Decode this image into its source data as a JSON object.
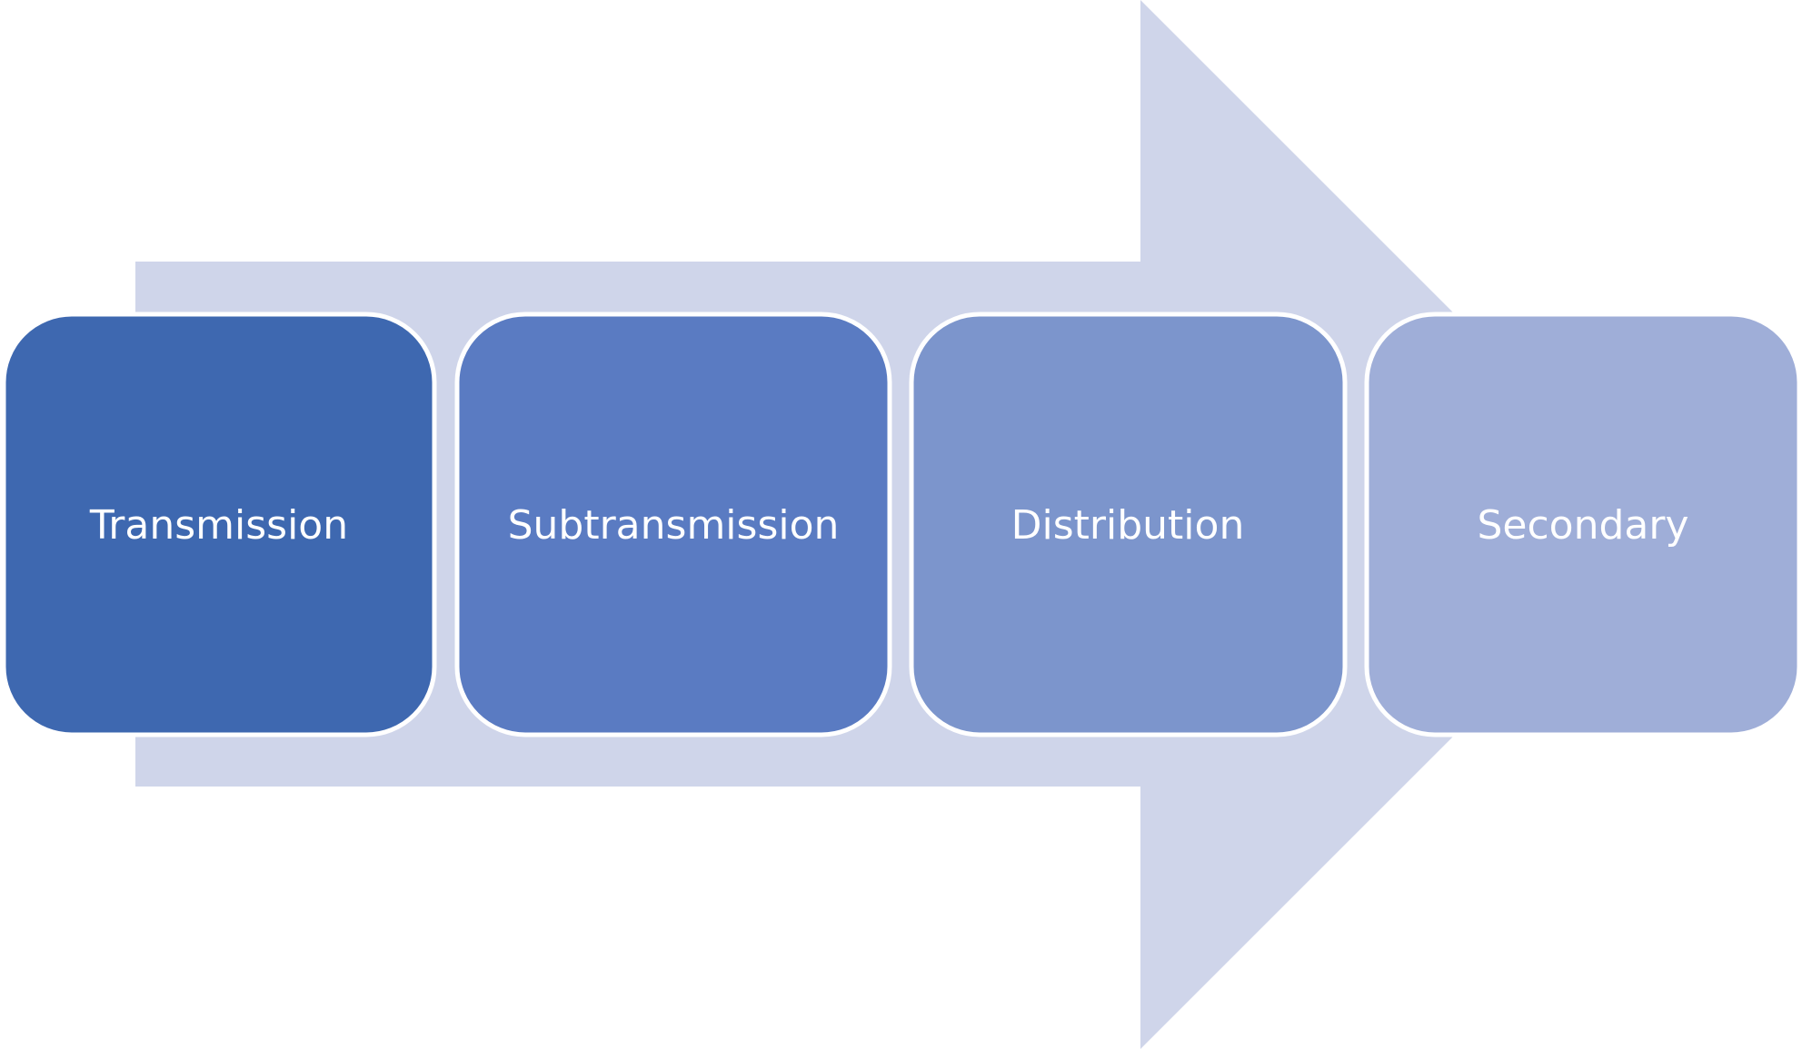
{
  "diagram": {
    "type": "process-flow",
    "arrow_color": "#CFD5EA",
    "border_color": "#FFFFFF",
    "text_color": "#FFFFFF",
    "steps": [
      {
        "label": "Transmission",
        "color": "#3E68B0"
      },
      {
        "label": "Subtransmission",
        "color": "#5A7BC2"
      },
      {
        "label": "Distribution",
        "color": "#7C95CC"
      },
      {
        "label": "Secondary",
        "color": "#9FAED8"
      }
    ]
  }
}
